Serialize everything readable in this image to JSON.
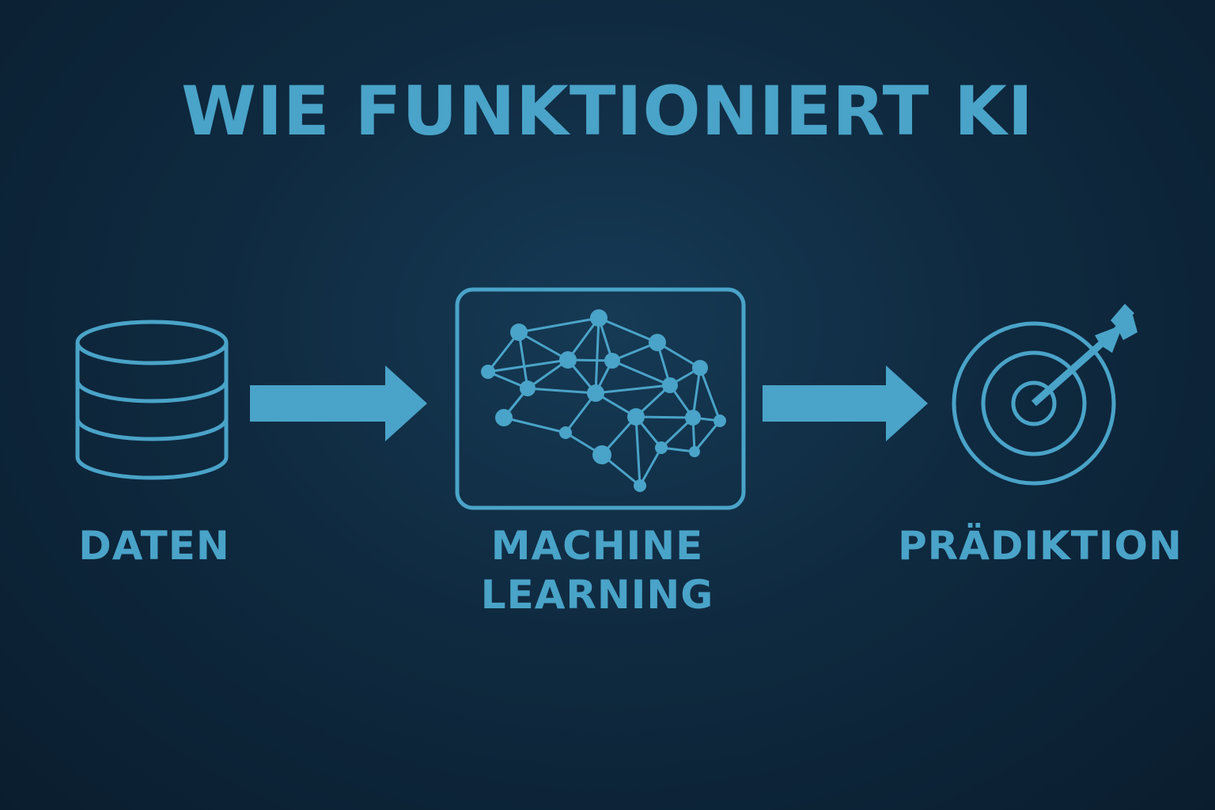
{
  "title": "WIE FUNKTIONIERT KI",
  "steps": [
    {
      "label": "DATEN",
      "icon": "database-icon"
    },
    {
      "label_line1": "MACHINE",
      "label_line2": "LEARNING",
      "icon": "neural-network-brain-icon"
    },
    {
      "label": "PRÄDIKTION",
      "icon": "target-arrow-icon"
    }
  ],
  "colors": {
    "accent": "#4aa3c8",
    "background_center": "#163a55",
    "background_edge": "#0a1d2e"
  }
}
